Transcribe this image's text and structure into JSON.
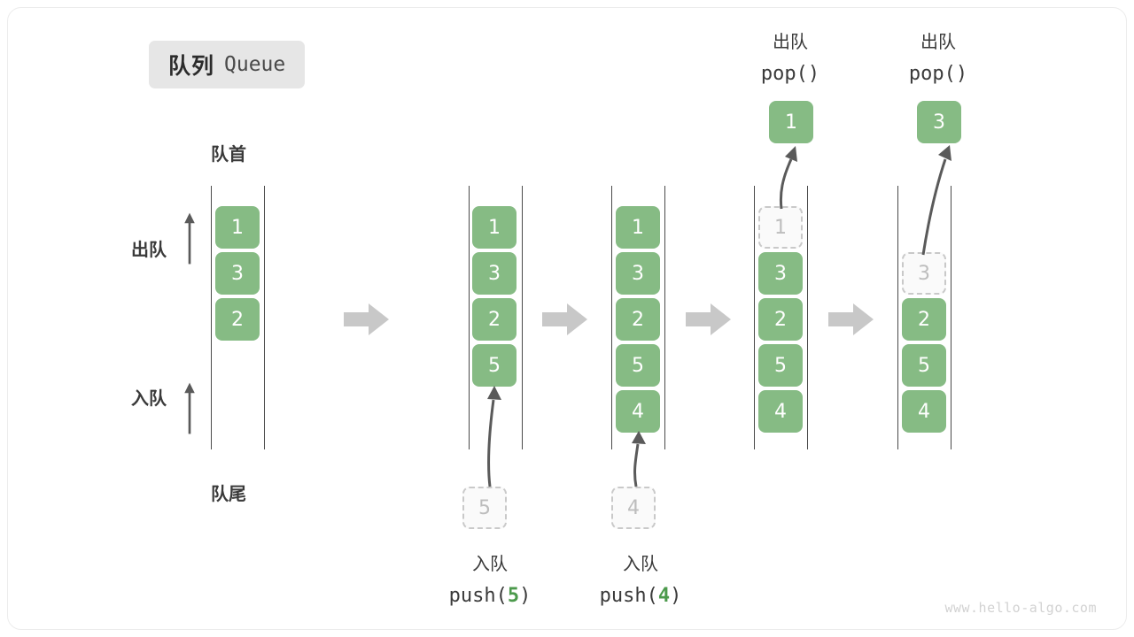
{
  "diagram": {
    "title_cn": "队列",
    "title_en": "Queue",
    "head_label": "队首",
    "tail_label": "队尾",
    "dequeue_label": "出队",
    "enqueue_label": "入队",
    "watermark": "www.hello-algo.com",
    "colors": {
      "element_green": "#86bb84",
      "ghost_gray": "#bdbdbd",
      "rail": "#4a4a4a",
      "flow_arrow": "#c8c8c8",
      "code_accent": "#4c9a4c",
      "chip_bg": "#e6e6e6"
    },
    "stages": [
      {
        "id": "initial",
        "elements": [
          "1",
          "3",
          "2"
        ],
        "ghost": null,
        "operation": null
      },
      {
        "id": "push-5",
        "elements": [
          "1",
          "3",
          "2",
          "5"
        ],
        "ghost": {
          "value": "5",
          "position": "bottom"
        },
        "operation": {
          "cn": "入队",
          "code_prefix": "push(",
          "code_value": "5",
          "code_suffix": ")",
          "placement": "bottom"
        }
      },
      {
        "id": "push-4",
        "elements": [
          "1",
          "3",
          "2",
          "5",
          "4"
        ],
        "ghost": {
          "value": "4",
          "position": "bottom"
        },
        "operation": {
          "cn": "入队",
          "code_prefix": "push(",
          "code_value": "4",
          "code_suffix": ")",
          "placement": "bottom"
        }
      },
      {
        "id": "pop-1",
        "elements": [
          "3",
          "2",
          "5",
          "4"
        ],
        "ghost": {
          "value": "1",
          "position": "top"
        },
        "popped": "1",
        "operation": {
          "cn": "出队",
          "code_prefix": "pop(",
          "code_value": "",
          "code_suffix": ")",
          "placement": "top"
        }
      },
      {
        "id": "pop-3",
        "elements": [
          "2",
          "5",
          "4"
        ],
        "ghost": {
          "value": "3",
          "position": "top"
        },
        "popped": "3",
        "operation": {
          "cn": "出队",
          "code_prefix": "pop(",
          "code_value": "",
          "code_suffix": ")",
          "placement": "top"
        }
      }
    ]
  }
}
